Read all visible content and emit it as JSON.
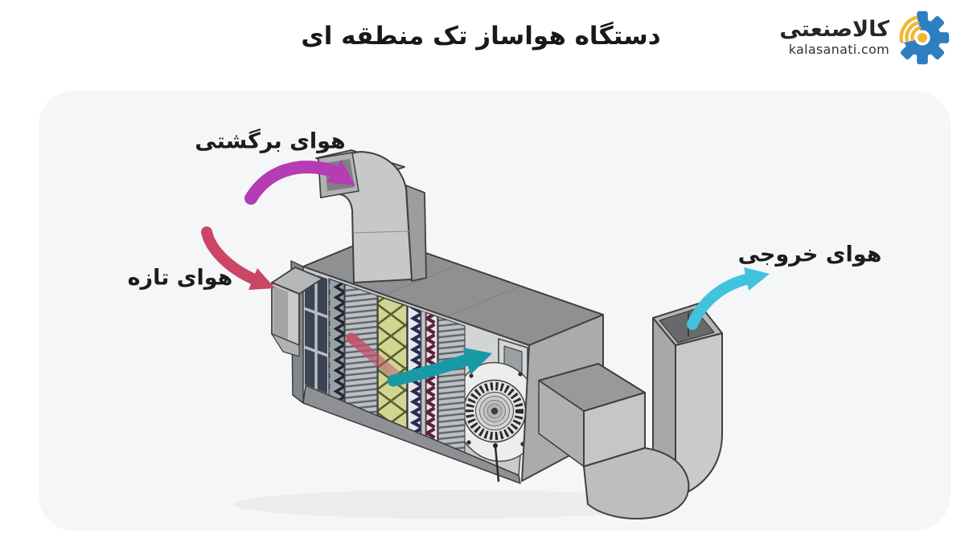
{
  "page": {
    "background": "#ffffff",
    "panel_background": "#f5f6f7"
  },
  "header": {
    "title": "دستگاه هواساز تک منطقه ای",
    "logo": {
      "brand": "کالاصنعتی",
      "domain": "kalasanati.com",
      "gear_color": "#2e7fc1",
      "signal_color": "#efb832"
    }
  },
  "diagram": {
    "labels": {
      "return_air": {
        "text": "هوای برگشتی",
        "arrow_color": "#b53cb4"
      },
      "fresh_air": {
        "text": "هوای تازه",
        "arrow_color": "#cb4566"
      },
      "exhaust_air": {
        "text": "هوای خروجی",
        "arrow_color": "#41c2dd"
      }
    },
    "internal_flow": {
      "warm_color": "#c3506a",
      "cool_color": "#179aa5"
    }
  }
}
